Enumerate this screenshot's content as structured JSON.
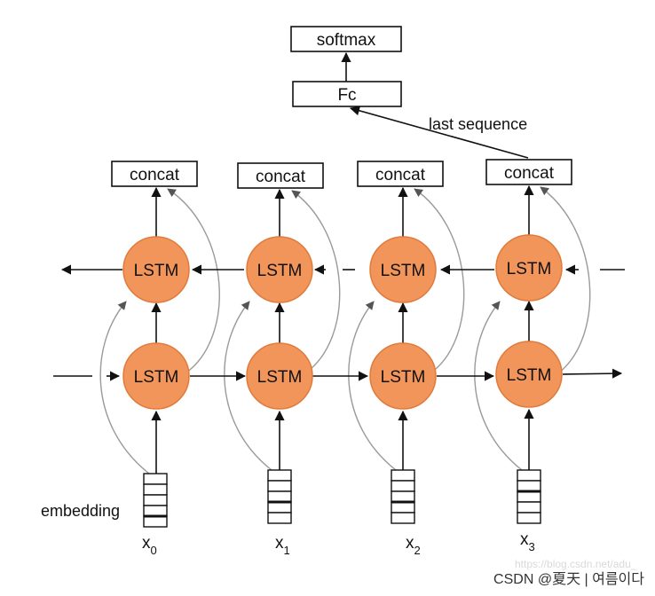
{
  "nodes": {
    "softmax": "softmax",
    "fc": "Fc",
    "concat": [
      "concat",
      "concat",
      "concat",
      "concat"
    ],
    "lstm_backward": [
      "LSTM",
      "LSTM",
      "LSTM",
      "LSTM"
    ],
    "lstm_forward": [
      "LSTM",
      "LSTM",
      "LSTM",
      "LSTM"
    ]
  },
  "edge_labels": {
    "last_sequence": "last sequence"
  },
  "embedding_label": "embedding",
  "inputs": [
    {
      "var": "x",
      "sub": "0"
    },
    {
      "var": "x",
      "sub": "1"
    },
    {
      "var": "x",
      "sub": "2"
    },
    {
      "var": "x",
      "sub": "3"
    }
  ],
  "watermark": {
    "text": "CSDN @夏天 | 여름이다",
    "url": "https://blog.csdn.net/adu_"
  },
  "colors": {
    "lstm_fill": "#f2955a",
    "lstm_stroke": "#e07b3c",
    "line": "#111111",
    "curve": "#9a9a9a"
  }
}
